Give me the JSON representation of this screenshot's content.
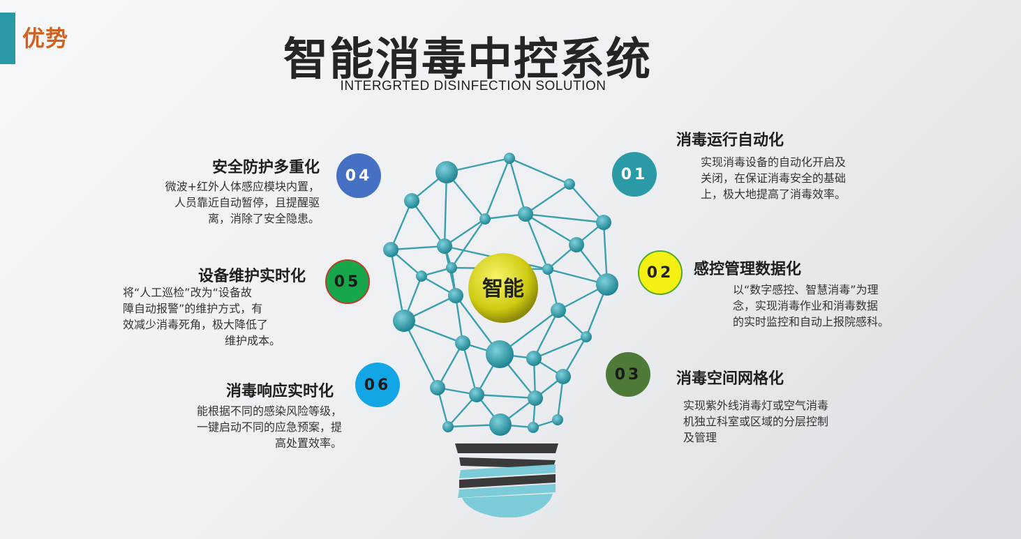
{
  "header": {
    "side_title": "优势",
    "title": "智能消毒中控系统",
    "subtitle": "INTERGRTED DISINFECTION SOLUTION"
  },
  "center_label": "智能",
  "colors": {
    "accent_bar": "#2a9aa6",
    "side_title": "#d0611f",
    "network": "#3a9fae",
    "center_bulb": "#d7d419"
  },
  "features": [
    {
      "num": "01",
      "color": "#2a9aa6",
      "title": "消毒运行自动化",
      "desc": [
        "实现消毒设备的自动化开启及",
        "关闭，在保证消毒安全的基础",
        "上，极大地提高了消毒效率。"
      ]
    },
    {
      "num": "02",
      "color": "#f4f013",
      "title": "感控管理数据化",
      "desc": [
        "以“数字感控、智慧消毒”为理",
        "念，实现消毒作业和消毒数据",
        "的实时监控和自动上报院感科。"
      ]
    },
    {
      "num": "03",
      "color": "#4e7a38",
      "title": "消毒空间网格化",
      "desc": [
        "实现紫外线消毒灯或空气消毒",
        "机独立科室或区域的分层控制",
        "及管理"
      ]
    },
    {
      "num": "04",
      "color": "#4570c4",
      "title": "安全防护多重化",
      "desc": [
        "微波+红外人体感应模块内置，",
        "人员靠近自动暂停，且提醒驱",
        "离，消除了安全隐患。"
      ]
    },
    {
      "num": "05",
      "color": "#18a64a",
      "title": "设备维护实时化",
      "desc": [
        "将“人工巡检”改为“设备故",
        "障自动报警”的维护方式，有",
        "效减少消毒死角，极大降低了",
        "维护成本。"
      ]
    },
    {
      "num": "06",
      "color": "#12a6e6",
      "title": "消毒响应实时化",
      "desc": [
        "能根据不同的感染风险等级，",
        "一键启动不同的应急预案，提",
        "高处置效率。"
      ]
    }
  ]
}
